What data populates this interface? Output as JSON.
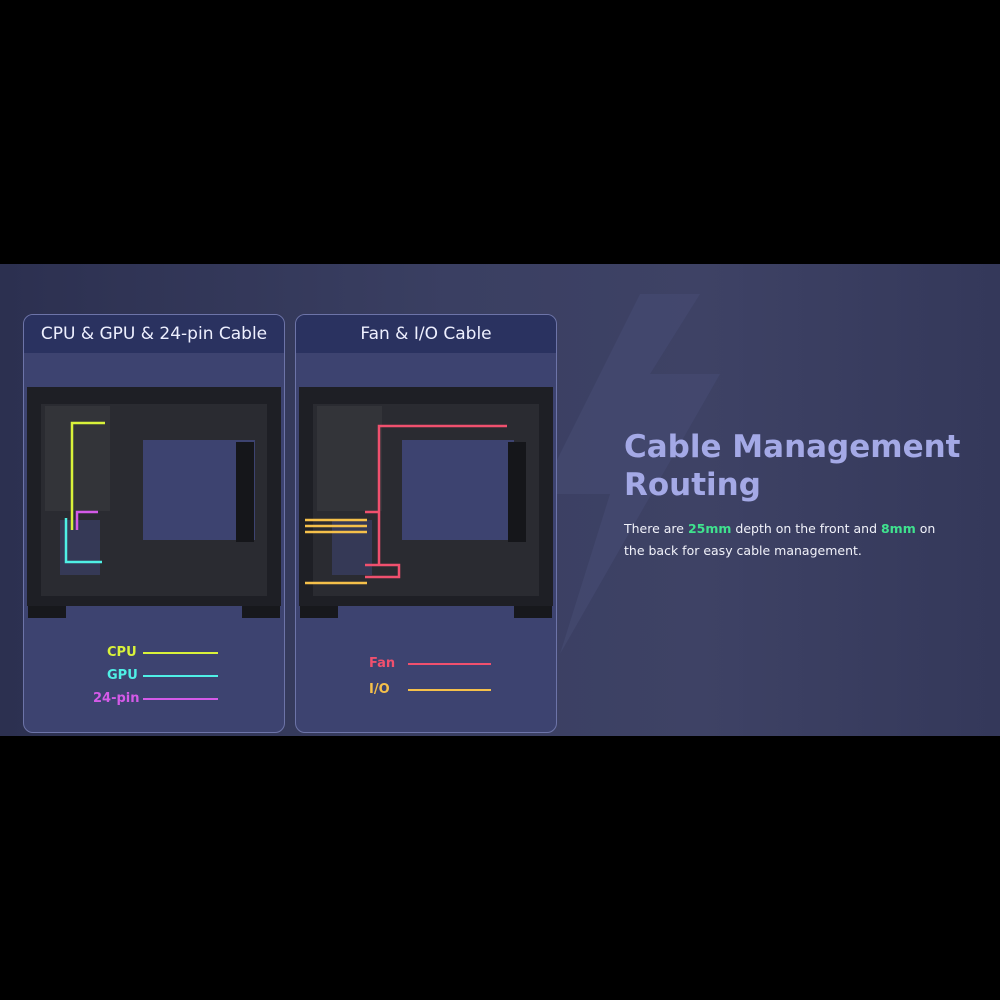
{
  "panels": [
    {
      "title": "CPU & GPU & 24-pin Cable",
      "legend": [
        {
          "label": "CPU",
          "color": "#d9f23a"
        },
        {
          "label": "GPU",
          "color": "#4ff0e6"
        },
        {
          "label": "24-pin",
          "color": "#d45ae8"
        }
      ]
    },
    {
      "title": "Fan & I/O Cable",
      "legend": [
        {
          "label": "Fan",
          "color": "#f0506e"
        },
        {
          "label": "I/O",
          "color": "#f5c04a"
        }
      ]
    }
  ],
  "heading": {
    "line1": "Cable Management",
    "line2": "Routing"
  },
  "description": {
    "part1": "There are ",
    "front": "25mm",
    "part2": " depth on the front and ",
    "back": "8mm",
    "part3": " on the back for easy cable management."
  }
}
